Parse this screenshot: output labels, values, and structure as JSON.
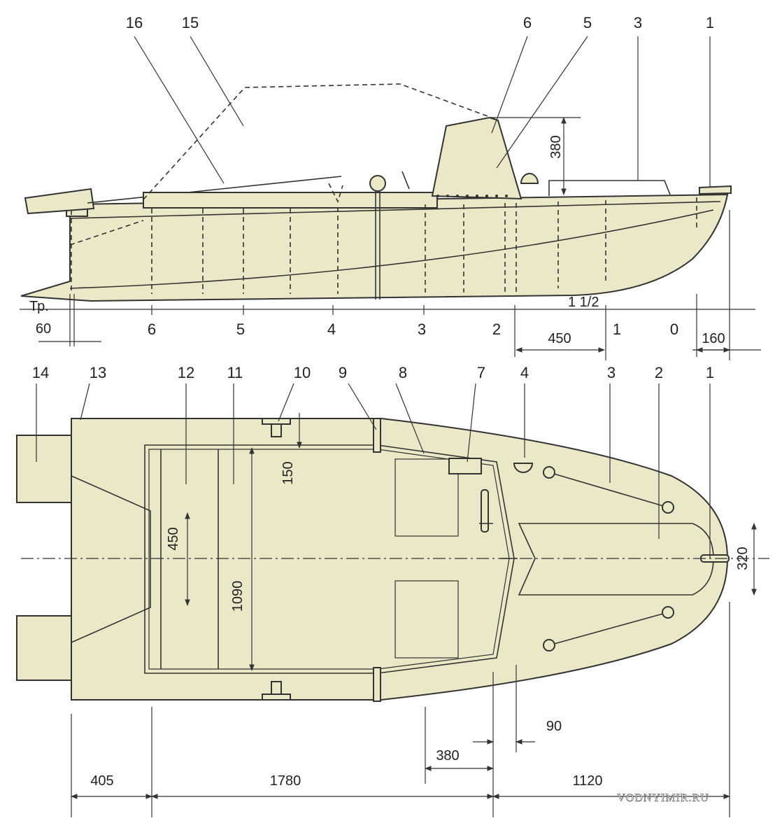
{
  "side_view": {
    "callouts": [
      "16",
      "15",
      "6",
      "5",
      "3",
      "1"
    ],
    "station_labels": [
      "Тр.",
      "6",
      "5",
      "4",
      "3",
      "2",
      "1 1/2",
      "1",
      "0"
    ],
    "dimensions": {
      "transom_offset": "60",
      "height_380": "380",
      "spacing_450": "450",
      "bow_160": "160"
    }
  },
  "plan_view": {
    "callouts": [
      "14",
      "13",
      "12",
      "11",
      "10",
      "9",
      "8",
      "7",
      "4",
      "3",
      "2",
      "1"
    ],
    "dimensions": {
      "d450": "450",
      "d1090": "1090",
      "d150": "150",
      "d320": "320",
      "d90": "90",
      "d380": "380",
      "d405": "405",
      "d1780": "1780",
      "d1120": "1120"
    }
  },
  "watermark": "VODNYIMIR.RU",
  "colors": {
    "hull_fill": "#ebe8c8",
    "line": "#333333",
    "background": "#ffffff"
  }
}
